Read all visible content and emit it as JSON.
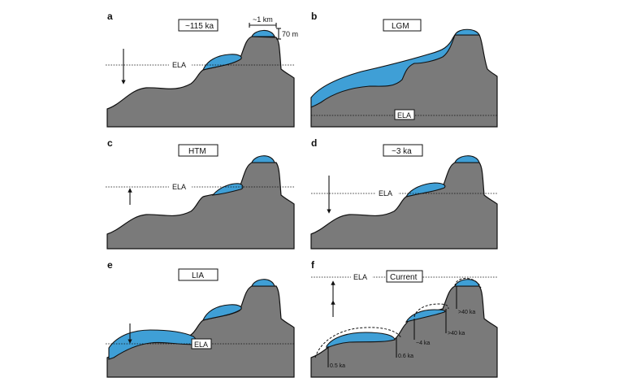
{
  "panels": [
    {
      "letter": "a",
      "tag": "~115 ka",
      "ela_label": "ELA",
      "scale_width": "~1 km",
      "scale_height": "70 m"
    },
    {
      "letter": "b",
      "tag": "LGM",
      "ela_label": "ELA"
    },
    {
      "letter": "c",
      "tag": "HTM",
      "ela_label": "ELA"
    },
    {
      "letter": "d",
      "tag": "~3 ka",
      "ela_label": "ELA"
    },
    {
      "letter": "e",
      "tag": "LIA",
      "ela_label": "ELA"
    },
    {
      "letter": "f",
      "tag": "Current",
      "ela_label": "ELA",
      "ages": [
        "0.5 ka",
        "0.6 ka",
        "~4 ka",
        ">40 ka",
        ">40 ka"
      ]
    }
  ]
}
